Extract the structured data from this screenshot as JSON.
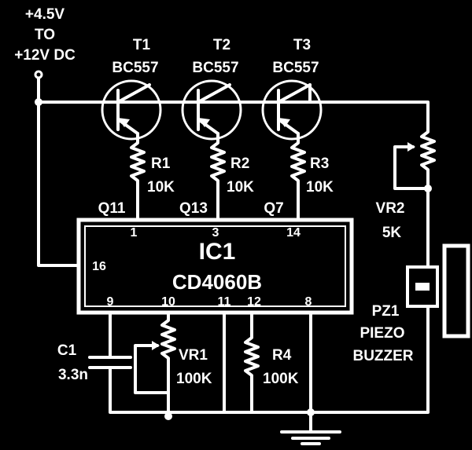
{
  "supply": {
    "line1": "+4.5V",
    "line2": "TO",
    "line3": "+12V DC"
  },
  "transistors": [
    {
      "name": "T1",
      "type": "BC557"
    },
    {
      "name": "T2",
      "type": "BC557"
    },
    {
      "name": "T3",
      "type": "BC557"
    }
  ],
  "resistors": [
    {
      "name": "R1",
      "value": "10K"
    },
    {
      "name": "R2",
      "value": "10K"
    },
    {
      "name": "R3",
      "value": "10K"
    }
  ],
  "outputs": [
    "Q11",
    "Q13",
    "Q7"
  ],
  "ic": {
    "name": "IC1",
    "part": "CD4060B",
    "top_pins": [
      "1",
      "3",
      "14"
    ],
    "side_pin": "16",
    "bottom_pins": [
      "9",
      "10",
      "11",
      "12",
      "8"
    ]
  },
  "vr2": {
    "name": "VR2",
    "value": "5K"
  },
  "buzzer": {
    "line1": "PZ1",
    "line2": "PIEZO",
    "line3": "BUZZER"
  },
  "c1": {
    "name": "C1",
    "value": "3.3n"
  },
  "vr1": {
    "name": "VR1",
    "value": "100K"
  },
  "r4": {
    "name": "R4",
    "value": "100K"
  }
}
